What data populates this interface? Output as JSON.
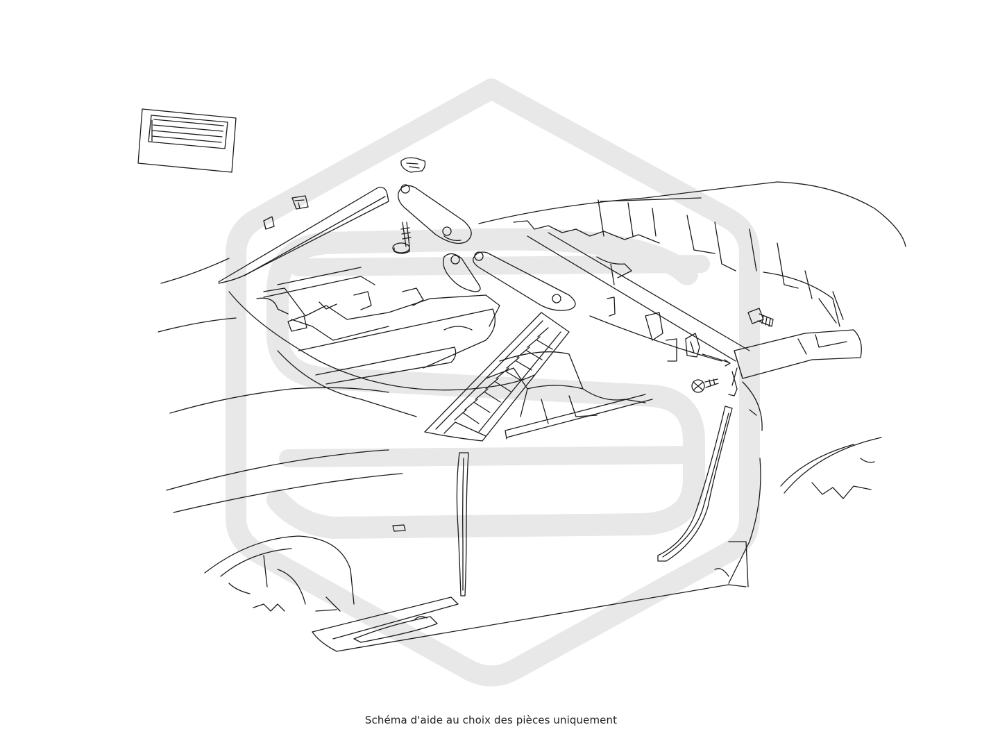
{
  "caption": "Schéma d'aide au choix des pièces uniquement",
  "colors": {
    "line": "#1a1a1a",
    "watermark": "#e6e6e6",
    "background": "#ffffff"
  },
  "diagram": {
    "subject": "car-body-interior-trim-exploded-view",
    "parts": [
      "label-sticker",
      "a-pillar-trim-left",
      "sun-visor-left",
      "sun-visor-right",
      "visor-clip",
      "retainer-clip",
      "trim-clip",
      "tapping-screw",
      "cowl-vent-grille",
      "door-weatherstrip-front",
      "door-weatherstrip-rear",
      "side-trim-panel",
      "bolt",
      "screw-with-washer",
      "fastener-clip"
    ]
  },
  "watermark": {
    "shape": "hexagon-logo"
  }
}
